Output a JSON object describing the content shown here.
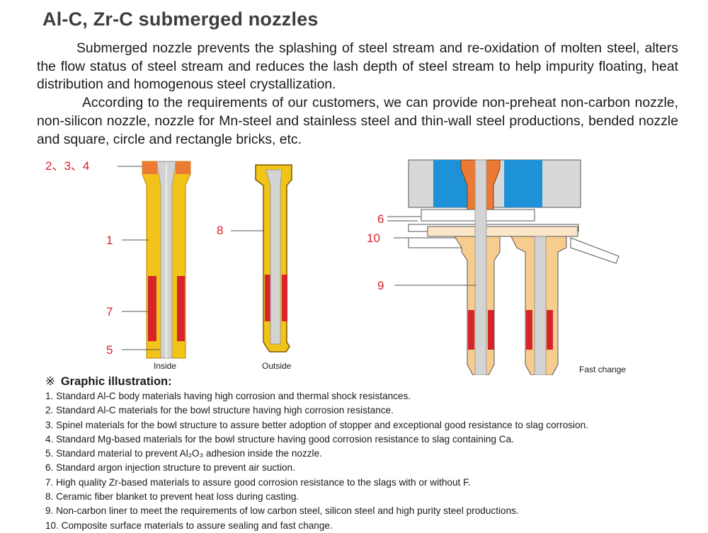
{
  "title": "Al-C, Zr-C submerged nozzles",
  "intro": [
    "Submerged nozzle prevents the splashing of steel stream and re-oxidation of molten steel, alters the flow status of steel stream and reduces the lash depth of steel stream to help impurity floating, heat distribution and homogenous steel crystallization.",
    "According to the requirements of our customers, we can provide non-preheat non-carbon nozzle, non-silicon nozzle, nozzle for Mn-steel and stainless steel and thin-wall steel productions, bended nozzle and square, circle and rectangle bricks, etc."
  ],
  "diagram": {
    "left_labels": {
      "top": "2、3、4",
      "l1": "1",
      "l7": "7",
      "l5": "5"
    },
    "middle_label": "8",
    "right_labels": {
      "l6": "6",
      "l10": "10",
      "l9": "9"
    },
    "captions": {
      "inside": "Inside",
      "outside": "Outside",
      "fast_change": "Fast change"
    },
    "colors": {
      "body": "#f2c318",
      "bowl": "#ec7a33",
      "zirconia": "#d7232a",
      "bore": "#c9c9c9",
      "liner": "#e7e7e7",
      "fast_change_body": "#f7cd8d",
      "plate": "#fbe7c8",
      "mold_blue": "#1d92d8",
      "frame_gray": "#d8d8d8"
    }
  },
  "legend": {
    "mark": "※",
    "heading": "Graphic illustration:",
    "items": [
      "1. Standard Al-C body materials having high corrosion and thermal shock resistances.",
      "2. Standard Al-C materials for the bowl structure having high corrosion resistance.",
      "3. Spinel materials for the bowl structure to assure better adoption of stopper and exceptional good resistance to slag corrosion.",
      "4. Standard Mg-based materials for the bowl structure having good corrosion resistance to slag containing Ca.",
      "5. Standard material to prevent Al₂O₃ adhesion inside the nozzle.",
      "6. Standard argon injection structure to prevent air suction.",
      "7. High quality Zr-based materials to assure good corrosion resistance to the slags with or without F.",
      "8. Ceramic fiber blanket to prevent heat loss during casting.",
      "9. Non-carbon liner to meet the requirements of low carbon steel, silicon steel and high purity steel productions.",
      "10. Composite surface materials to assure sealing and fast change."
    ]
  }
}
